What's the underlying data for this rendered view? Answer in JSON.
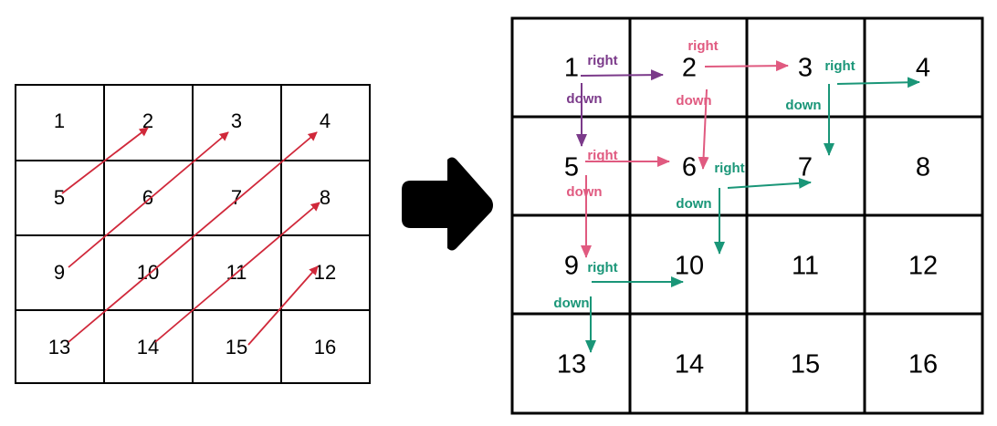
{
  "left_grid": {
    "cells": [
      "1",
      "2",
      "3",
      "4",
      "5",
      "6",
      "7",
      "8",
      "9",
      "10",
      "11",
      "12",
      "13",
      "14",
      "15",
      "16"
    ]
  },
  "right_grid": {
    "cells": [
      "1",
      "2",
      "3",
      "4",
      "5",
      "6",
      "7",
      "8",
      "9",
      "10",
      "11",
      "12",
      "13",
      "14",
      "15",
      "16"
    ]
  },
  "labels": {
    "right": "right",
    "down": "down"
  },
  "colors": {
    "diagonal": "#d0283a",
    "purple": "#7b3a8a",
    "pink": "#e05a80",
    "teal": "#1a9678",
    "arrow": "#000000"
  }
}
